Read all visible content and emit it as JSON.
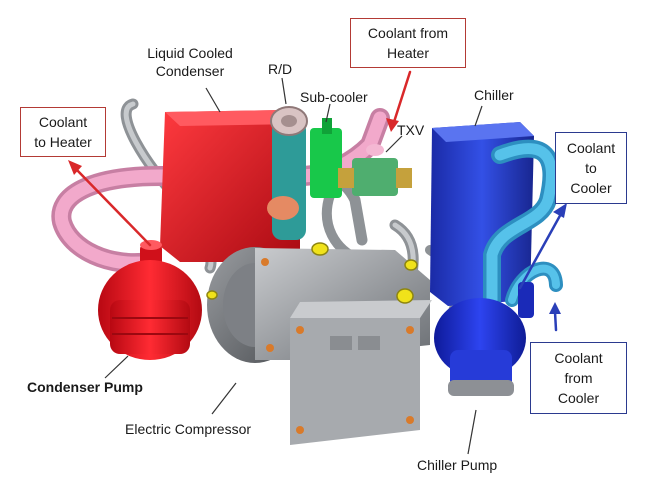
{
  "labels": {
    "liquid_cooled_condenser": [
      "Liquid Cooled",
      "Condenser"
    ],
    "rd": "R/D",
    "sub_cooler": "Sub-cooler",
    "txv": "TXV",
    "chiller": "Chiller",
    "condenser_pump": "Condenser Pump",
    "electric_compressor": "Electric Compressor",
    "chiller_pump": "Chiller Pump"
  },
  "callouts": {
    "coolant_to_heater": [
      "Coolant",
      "to Heater"
    ],
    "coolant_from_heater": [
      "Coolant from",
      "Heater"
    ],
    "coolant_to_cooler": [
      "Coolant",
      "to",
      "Cooler"
    ],
    "coolant_from_cooler": [
      "Coolant",
      "from",
      "Cooler"
    ]
  },
  "colors": {
    "heater_arrow": "#d9282a",
    "cooler_arrow": "#2a3fb8",
    "heater_box_border": "#b33a35",
    "cooler_box_border": "#2b3a8f",
    "condenser_red": "#e3141f",
    "pink_hose": "#ef9fc4",
    "chiller_blue": "#2340c8",
    "light_blue_hose": "#45b4e0",
    "pump_red": "#e8101c",
    "pump_blue": "#1c2fd6",
    "compressor_gray": "#8f9398",
    "sub_cooler_green": "#1fc64a",
    "rd_teal": "#3aa7a3",
    "txv_green": "#4fae6f",
    "fitting_yellow": "#e8dd1a"
  }
}
